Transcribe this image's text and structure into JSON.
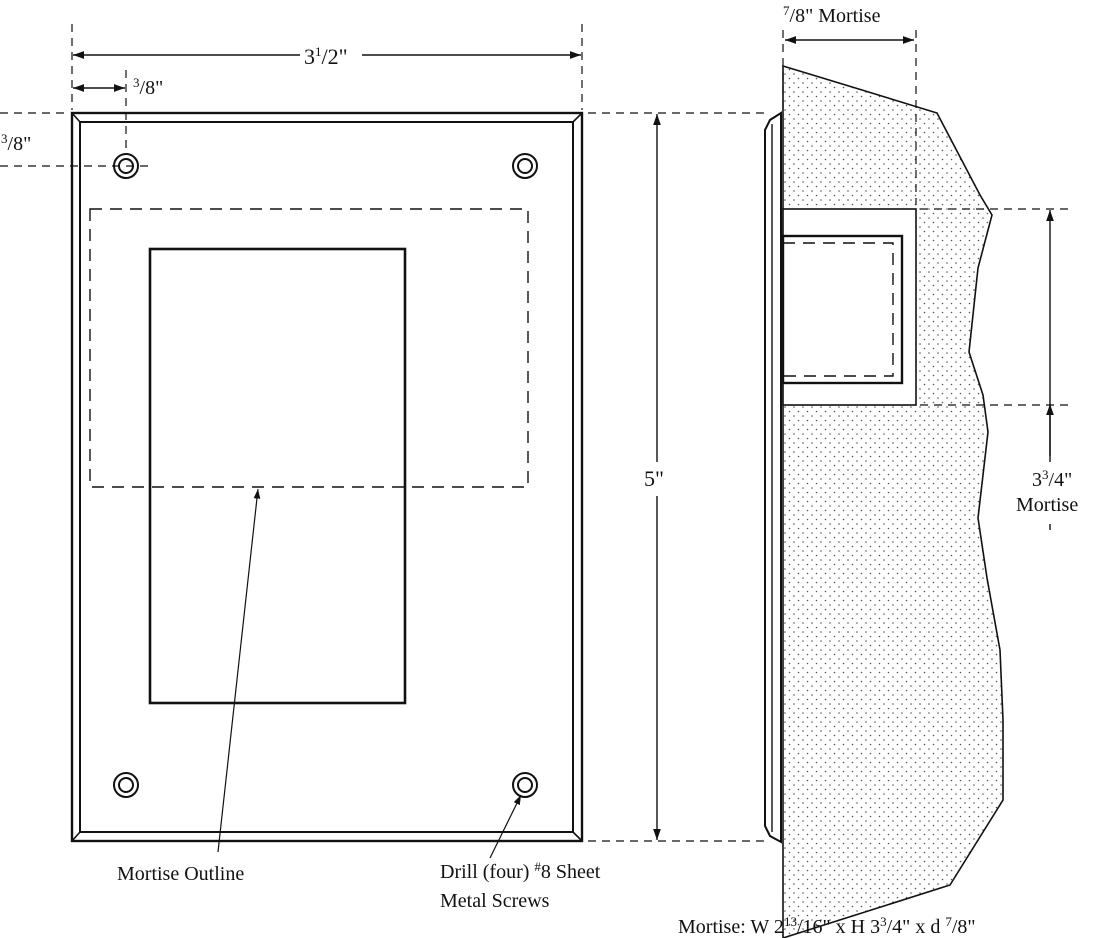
{
  "colors": {
    "line": "#111111",
    "wall_fill": "#ffffff",
    "stipple": "#555555",
    "background": "#ffffff"
  },
  "front_view": {
    "width_dim": {
      "whole": "3",
      "num": "1",
      "den": "2",
      "inch": "\""
    },
    "hole_x_dim": {
      "num": "3",
      "den": "8",
      "inch": "\""
    },
    "hole_y_dim": {
      "num": "3",
      "den": "8",
      "inch": "\""
    },
    "height_dim": "5\"",
    "mortise_outline_label": "Mortise Outline",
    "drill_label": {
      "line1_pre": "Drill (four) ",
      "hash": "#",
      "line1_post": "8 Sheet",
      "line2": "Metal Screws"
    }
  },
  "side_view": {
    "depth_dim": {
      "num": "7",
      "den": "8",
      "inch": "\"",
      "word": " Mortise"
    },
    "height_dim": {
      "whole": "3",
      "num": "3",
      "den": "4",
      "inch": "\"",
      "word": "Mortise"
    },
    "bottom_note": {
      "pre": "Mortise: W 2",
      "w_num": "13",
      "sep1": "/",
      "w_den": "16",
      "mid1": "\" x H 3",
      "h_num": "3",
      "sep2": "/",
      "h_den": "4",
      "mid2": "\" x d ",
      "d_num": "7",
      "sep3": "/",
      "d_den": "8",
      "end": "\""
    }
  }
}
